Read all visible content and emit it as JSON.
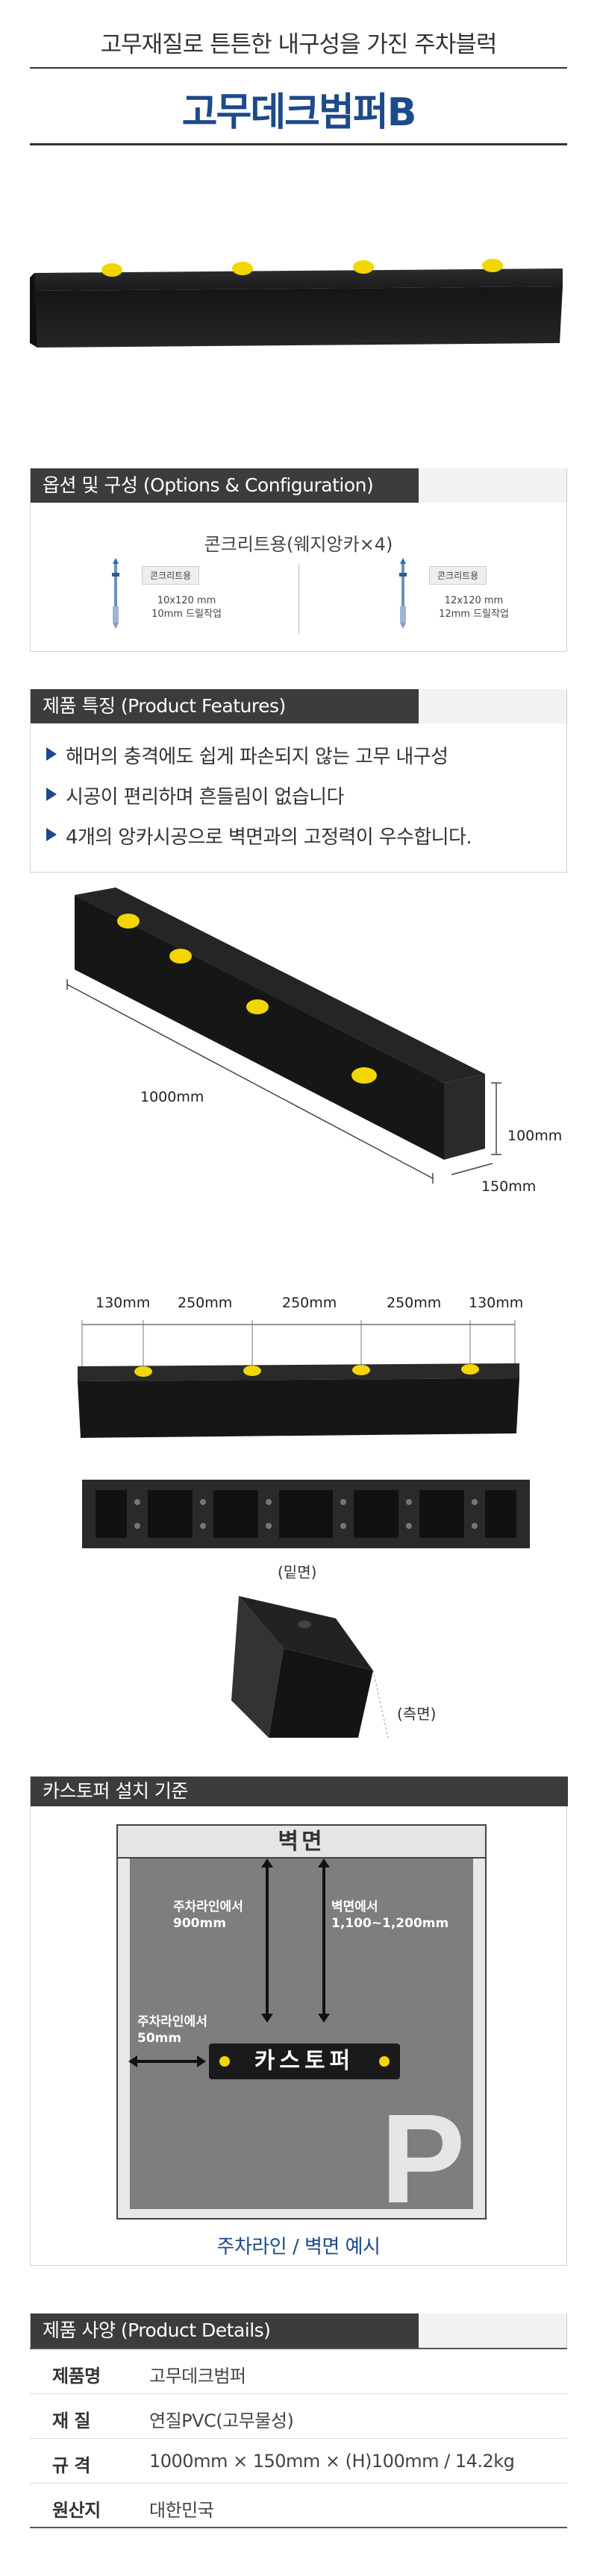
{
  "header": {
    "subtitle": "고무재질로 튼튼한 내구성을 가진 주차블럭",
    "title": "고무데크범퍼B"
  },
  "colors": {
    "accent": "#1c4a8a",
    "rubber": "#1e1e1e",
    "dot": "#f2d600",
    "section_dark": "#3c3c3c"
  },
  "options": {
    "heading": "옵션 및 구성 (Options & Configuration)",
    "title": "콘크리트용(웨지앙카×4)",
    "items": [
      {
        "tag": "콘크리트용",
        "size": "10x120 mm",
        "drill": "10mm 드릴작업"
      },
      {
        "tag": "콘크리트용",
        "size": "12x120 mm",
        "drill": "12mm 드릴작업"
      }
    ]
  },
  "features": {
    "heading": "제품 특징 (Product Features)",
    "items": [
      "해머의 충격에도 쉽게 파손되지 않는 고무 내구성",
      "시공이 편리하며 흔들림이 없습니다",
      "4개의 앙카시공으로 벽면과의 고정력이 우수합니다."
    ]
  },
  "dimensions": {
    "length": "1000mm",
    "height": "100mm",
    "width": "150mm",
    "spacing": [
      "130mm",
      "250mm",
      "250mm",
      "250mm",
      "130mm"
    ],
    "bottom_caption": "(밑면)",
    "side_caption": "(측면)"
  },
  "install": {
    "heading": "카스토퍼 설치 기준",
    "wall": "벽면",
    "label_line_900_a": "주차라인에서",
    "label_line_900_b": "900mm",
    "label_wall_a": "벽면에서",
    "label_wall_b": "1,100~1,200mm",
    "label_line_50_a": "주차라인에서",
    "label_line_50_b": "50mm",
    "stopper": "카스토퍼",
    "parking_letter": "P",
    "caption": "주차라인 / 벽면 예시"
  },
  "details": {
    "heading": "제품 사양 (Product Details)",
    "rows": [
      {
        "key": "제품명",
        "value": "고무데크범퍼"
      },
      {
        "key": "재  질",
        "value": "연질PVC(고무물성)"
      },
      {
        "key": "규  격",
        "value": "1000mm × 150mm × (H)100mm / 14.2kg"
      },
      {
        "key": "원산지",
        "value": "대한민국"
      }
    ]
  }
}
